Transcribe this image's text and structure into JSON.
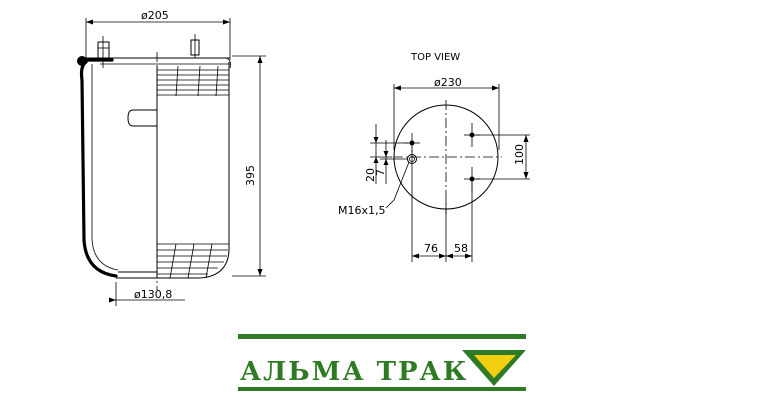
{
  "side_view": {
    "dim_top_diameter": "ø205",
    "dim_height": "395",
    "dim_bottom_diameter": "ø130,8"
  },
  "top_view": {
    "title": "TOP VIEW",
    "dim_diameter": "ø230",
    "dim_100": "100",
    "dim_20": "20",
    "dim_7": "7",
    "thread_label": "M16x1,5",
    "dim_76": "76",
    "dim_58": "58"
  },
  "brand": {
    "name": "АЛЬМА ТРАК",
    "color_green": "#2f7a24",
    "color_yellow": "#f3cf10"
  }
}
